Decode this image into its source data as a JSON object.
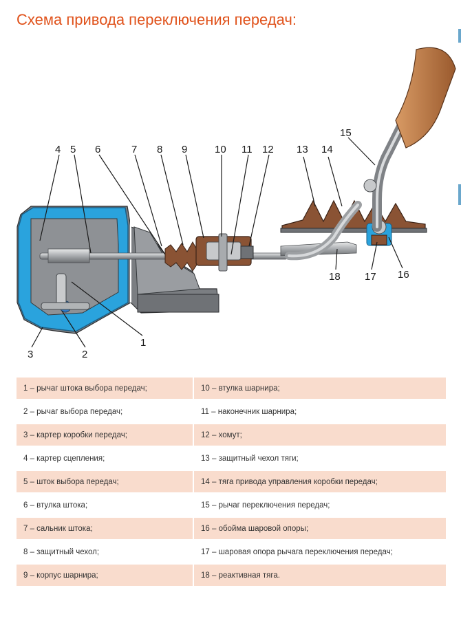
{
  "title": "Схема привода переключения передач:",
  "callouts": [
    "1",
    "2",
    "3",
    "4",
    "5",
    "6",
    "7",
    "8",
    "9",
    "10",
    "11",
    "12",
    "13",
    "14",
    "15",
    "16",
    "17",
    "18"
  ],
  "legend": {
    "rows": [
      [
        "1 – рычаг штока выбора передач;",
        "10 – втулка шарнира;"
      ],
      [
        "2 – рычаг выбора передач;",
        "11 – наконечник шарнира;"
      ],
      [
        "3 – картер коробки передач;",
        "12 – хомут;"
      ],
      [
        "4 – картер сцепления;",
        "13 – защитный чехол тяги;"
      ],
      [
        "5 – шток выбора передач;",
        "14 – тяга привода управления коробки передач;"
      ],
      [
        "6 – втулка штока;",
        "15 – рычаг переключения передач;"
      ],
      [
        "7 – сальник штока;",
        "16 – обойма шаровой опоры;"
      ],
      [
        "8 – защитный чехол;",
        "17 – шаровая опора рычага переключения передач;"
      ],
      [
        "9 – корпус шарнира;",
        "18 – реактивная тяга."
      ]
    ]
  },
  "colors": {
    "title": "#e0521b",
    "housing_blue": "#2aa3dd",
    "housing_gray": "#7b7e82",
    "boot_brown": "#8a5334",
    "handle_wood": "#c27a46",
    "legend_odd_row": "#f9dccd"
  }
}
